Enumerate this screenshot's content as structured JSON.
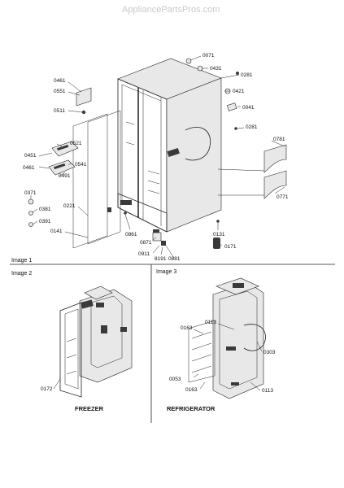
{
  "watermark": "AppliancePartsPros.com",
  "panels": {
    "image1": "Image 1",
    "image2": "Image 2",
    "image3": "Image 3"
  },
  "captions": {
    "freezer": "FREEZER",
    "refrigerator": "REFRIGERATOR"
  },
  "labels": {
    "p0071": "0071",
    "p0431": "0431",
    "p0281a": "0281",
    "p0421": "0421",
    "p0041": "0041",
    "p0281b": "0281",
    "p0781": "0781",
    "p0771": "0771",
    "p0461a": "0461",
    "p0551": "0551",
    "p0511": "0511",
    "p0521": "0521",
    "p0451": "0451",
    "p0541": "0541",
    "p0461b": "0461",
    "p0491": "0491",
    "p0371": "0371",
    "p0381": "0381",
    "p0391": "0391",
    "p0221": "0221",
    "p0141": "0141",
    "p0861": "0861",
    "p0131": "0131",
    "p0871": "0871",
    "p0171": "0171",
    "p0911": "0911",
    "p8191": "8191",
    "p0881": "0881",
    "p0172": "0172",
    "p0113a": "0113",
    "p0163a": "0163",
    "p0303": "0303",
    "p0053": "0053",
    "p0163b": "0163",
    "p0113b": "0113"
  }
}
